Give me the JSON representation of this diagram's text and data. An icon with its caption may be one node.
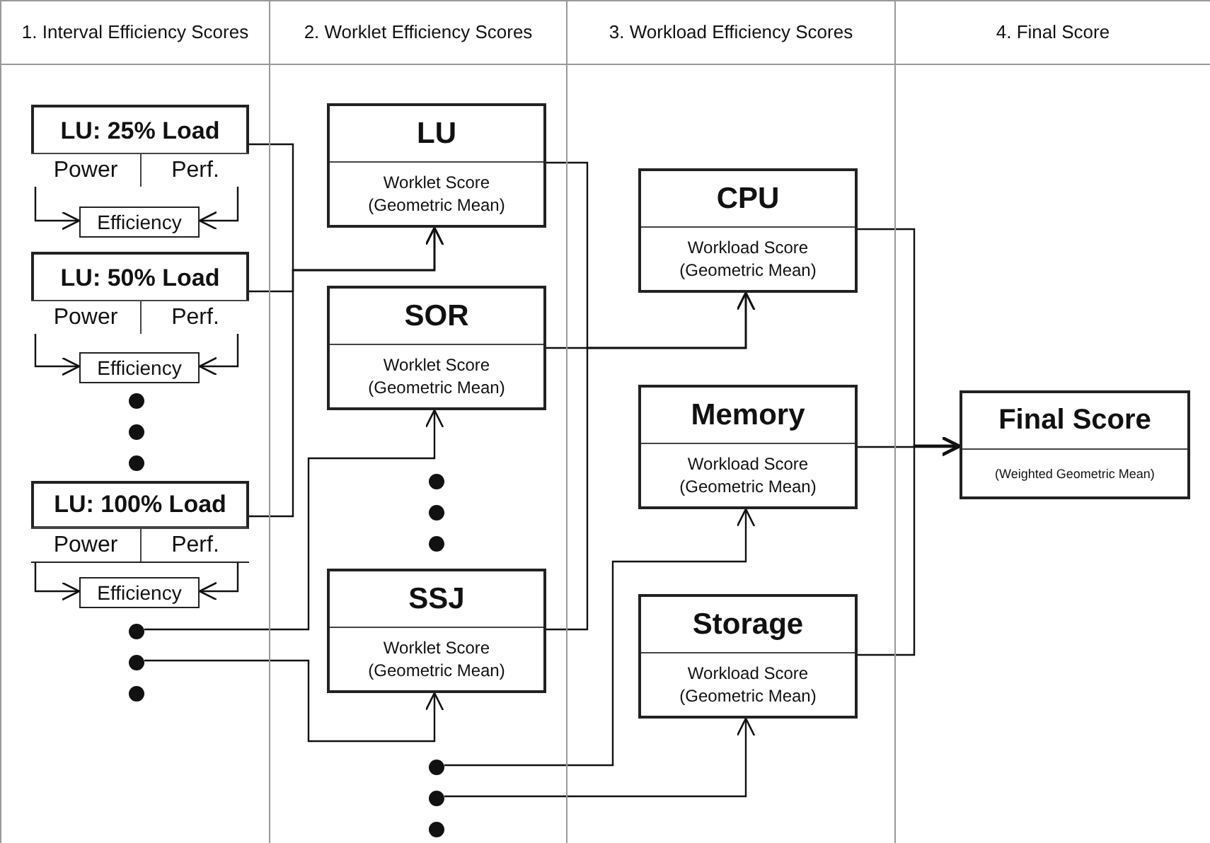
{
  "diagram": {
    "nodes": [
      {
        "text": [
          "1. Interval Efficiency Scores"
        ]
      },
      {
        "text": [
          "LU: 25% Load"
        ],
        "in": 0
      },
      {
        "text": [
          "Power"
        ],
        "in": 1
      },
      {
        "text": [
          "Perf."
        ],
        "in": 1
      },
      {
        "text": [
          "Efficiency"
        ],
        "in": 0
      },
      {
        "text": [
          "LU: 50% Load"
        ],
        "in": 0
      },
      {
        "text": [
          "Power"
        ],
        "in": 5
      },
      {
        "text": [
          "Perf."
        ],
        "in": 5
      },
      {
        "text": [
          "Efficiency"
        ],
        "in": 0
      },
      {
        "text": [],
        "shape": "circle",
        "in": 0
      },
      {
        "text": [],
        "shape": "circle",
        "in": 0
      },
      {
        "text": [],
        "shape": "circle",
        "in": 0
      },
      {
        "text": [
          "LU: 100% Load"
        ],
        "in": 0
      },
      {
        "text": [
          "Power"
        ],
        "in": 12
      },
      {
        "text": [
          "Perf."
        ],
        "in": 12
      },
      {
        "text": [
          "Efficiency"
        ],
        "in": 0
      },
      {
        "text": [],
        "shape": "circle",
        "in": 0
      },
      {
        "text": [],
        "shape": "circle",
        "in": 0
      },
      {
        "text": [],
        "shape": "circle",
        "in": 0
      },
      {
        "text": [
          "2. Worklet Efficiency Scores"
        ]
      },
      {
        "text": [
          "LU",
          "Worklet Score (Geometric Mean)"
        ],
        "in": 19
      },
      {
        "text": [
          "SOR",
          "Worklet Score (Geometric Mean)"
        ],
        "in": 19
      },
      {
        "text": [],
        "shape": "circle",
        "in": 19
      },
      {
        "text": [],
        "shape": "circle",
        "in": 19
      },
      {
        "text": [],
        "shape": "circle",
        "in": 19
      },
      {
        "text": [
          "SSJ",
          "Worklet Score (Geometric Mean)"
        ],
        "in": 19
      },
      {
        "text": [],
        "shape": "circle",
        "in": 19
      },
      {
        "text": [],
        "shape": "circle",
        "in": 19
      },
      {
        "text": [],
        "shape": "circle",
        "in": 19
      },
      {
        "text": [
          "3. Workload Efficiency Scores"
        ]
      },
      {
        "text": [
          "CPU",
          "Workload Score (Geometric Mean)"
        ],
        "in": 29
      },
      {
        "text": [
          "Memory",
          "Workload Score (Geometric Mean)"
        ],
        "in": 29
      },
      {
        "text": [
          "Storage",
          "Workload Score (Geometric Mean)"
        ],
        "in": 29
      },
      {
        "text": [
          "4. Final Score"
        ]
      },
      {
        "text": [
          "Final Score",
          "(Weighted Geometric Mean)"
        ],
        "in": 33
      }
    ],
    "edges": [
      {
        "from": 2,
        "to": 4,
        "arrow": "to"
      },
      {
        "from": 3,
        "to": 4,
        "arrow": "to"
      },
      {
        "from": 6,
        "to": 8,
        "arrow": "to"
      },
      {
        "from": 7,
        "to": 8,
        "arrow": "to"
      },
      {
        "from": 13,
        "to": 15,
        "arrow": "to"
      },
      {
        "from": 14,
        "to": 15,
        "arrow": "to"
      },
      {
        "from": 1,
        "to": 20,
        "arrow": "to"
      },
      {
        "from": 5,
        "to": 20,
        "arrow": "to"
      },
      {
        "from": 12,
        "to": 20,
        "arrow": "to"
      },
      {
        "from": 16,
        "to": 21,
        "arrow": "to"
      },
      {
        "from": 17,
        "to": 25,
        "arrow": "to"
      },
      {
        "from": 20,
        "to": 30,
        "arrow": "to"
      },
      {
        "from": 21,
        "to": 30,
        "arrow": "to"
      },
      {
        "from": 25,
        "to": 30,
        "arrow": "to"
      },
      {
        "from": 26,
        "to": 31,
        "arrow": "to"
      },
      {
        "from": 27,
        "to": 32,
        "arrow": "to"
      },
      {
        "from": 30,
        "to": 34,
        "arrow": "to"
      },
      {
        "from": 31,
        "to": 34,
        "arrow": "to"
      },
      {
        "from": 32,
        "to": 34,
        "arrow": "to"
      }
    ]
  }
}
